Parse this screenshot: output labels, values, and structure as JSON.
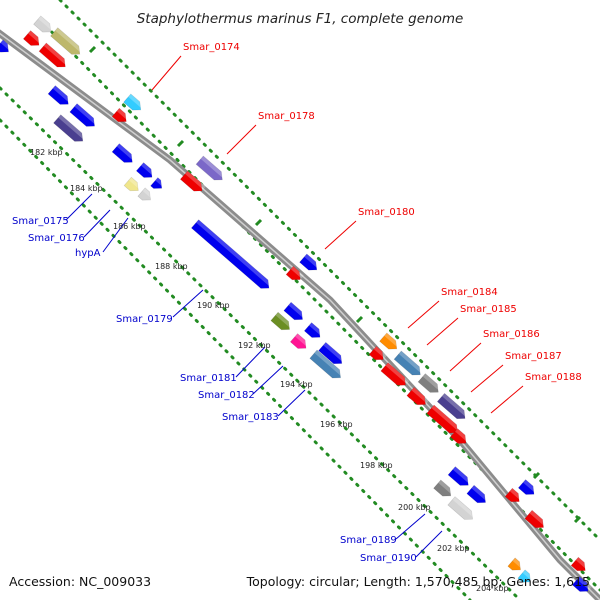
{
  "title": "Staphylothermus marinus F1, complete genome",
  "footer": {
    "accession": "Accession: NC_009033",
    "summary": "Topology: circular; Length: 1,570,485 bp; Genes: 1,615"
  },
  "ruler_ticks": [
    "182 kbp",
    "184 kbp",
    "186 kbp",
    "188 kbp",
    "190 kbp",
    "192 kbp",
    "194 kbp",
    "196 kbp",
    "198 kbp",
    "200 kbp",
    "202 kbp",
    "204 kbp"
  ],
  "labels_forward": [
    "Smar_0174",
    "Smar_0178",
    "Smar_0180",
    "Smar_0184",
    "Smar_0185",
    "Smar_0186",
    "Smar_0187",
    "Smar_0188"
  ],
  "labels_reverse": [
    "Smar_0175",
    "Smar_0176",
    "hypA",
    "Smar_0179",
    "Smar_0181",
    "Smar_0182",
    "Smar_0183",
    "Smar_0189",
    "Smar_0190"
  ],
  "colors": {
    "backbone": "#8c8c8c",
    "grid_dots": "#228b22",
    "forward_label": "#ee0000",
    "reverse_label": "#0000cc",
    "gene_red": "#ee0000",
    "gene_blue": "#0000ee",
    "gene_cyan": "#33ccff",
    "gene_lavender": "#7b68c8",
    "gene_darkslate": "#4a3f8f",
    "gene_khaki": "#bdb76b",
    "gene_lightyellow": "#f0e68c",
    "gene_olive": "#6b8e23",
    "gene_magenta": "#ff1493",
    "gene_steelblue": "#4682b4",
    "gene_gray": "#7f7f7f",
    "gene_lightgray": "#d3d3d3",
    "gene_orange": "#ff8c00"
  }
}
